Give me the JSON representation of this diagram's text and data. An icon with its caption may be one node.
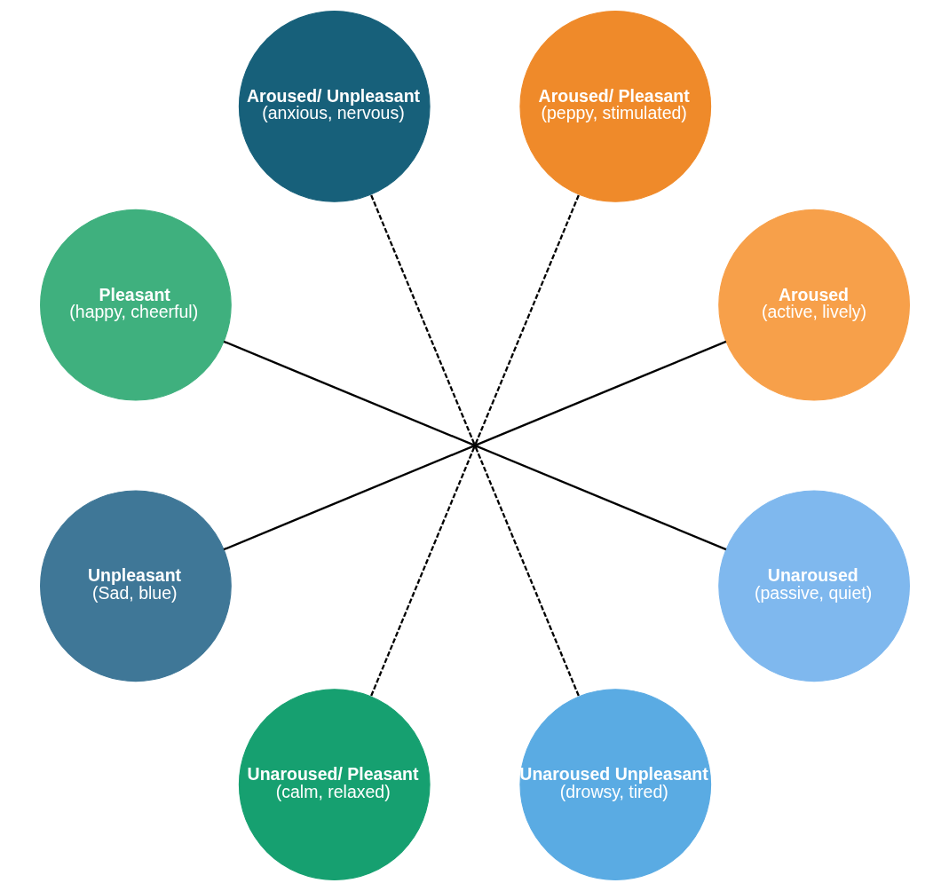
{
  "diagram": {
    "nodes": [
      {
        "text": [
          "Aroused",
          "(active, lively)"
        ]
      },
      {
        "text": [
          "Aroused/ Pleasant",
          "(peppy, stimulated)"
        ]
      },
      {
        "text": [
          "Aroused/ Unpleasant",
          "(anxious, nervous)"
        ]
      },
      {
        "text": [
          "Pleasant",
          "(happy, cheerful)"
        ]
      },
      {
        "text": [
          "Unpleasant",
          "(Sad, blue)"
        ]
      },
      {
        "text": [
          "Unaroused/ Pleasant",
          "(calm, relaxed)"
        ]
      },
      {
        "text": [
          "Unaroused Unpleasant",
          "(drowsy, tired)"
        ]
      },
      {
        "text": [
          "Unaroused",
          "(passive, quiet)"
        ]
      },
      {
        "text": [],
        "shape": "point"
      }
    ],
    "edges": [
      {
        "from": 8,
        "to": 0,
        "arrow": "none"
      },
      {
        "from": 8,
        "to": 2,
        "arrow": "none",
        "style": "dashed"
      },
      {
        "from": 8,
        "to": 4,
        "arrow": "none"
      },
      {
        "from": 8,
        "to": 6,
        "arrow": "none",
        "style": "dashed"
      },
      {
        "from": 8,
        "to": 7,
        "arrow": "none"
      },
      {
        "from": 8,
        "to": 5,
        "arrow": "none",
        "style": "dashed"
      },
      {
        "from": 8,
        "to": 3,
        "arrow": "none"
      },
      {
        "from": 8,
        "to": 1,
        "arrow": "none",
        "style": "dashed"
      }
    ]
  }
}
